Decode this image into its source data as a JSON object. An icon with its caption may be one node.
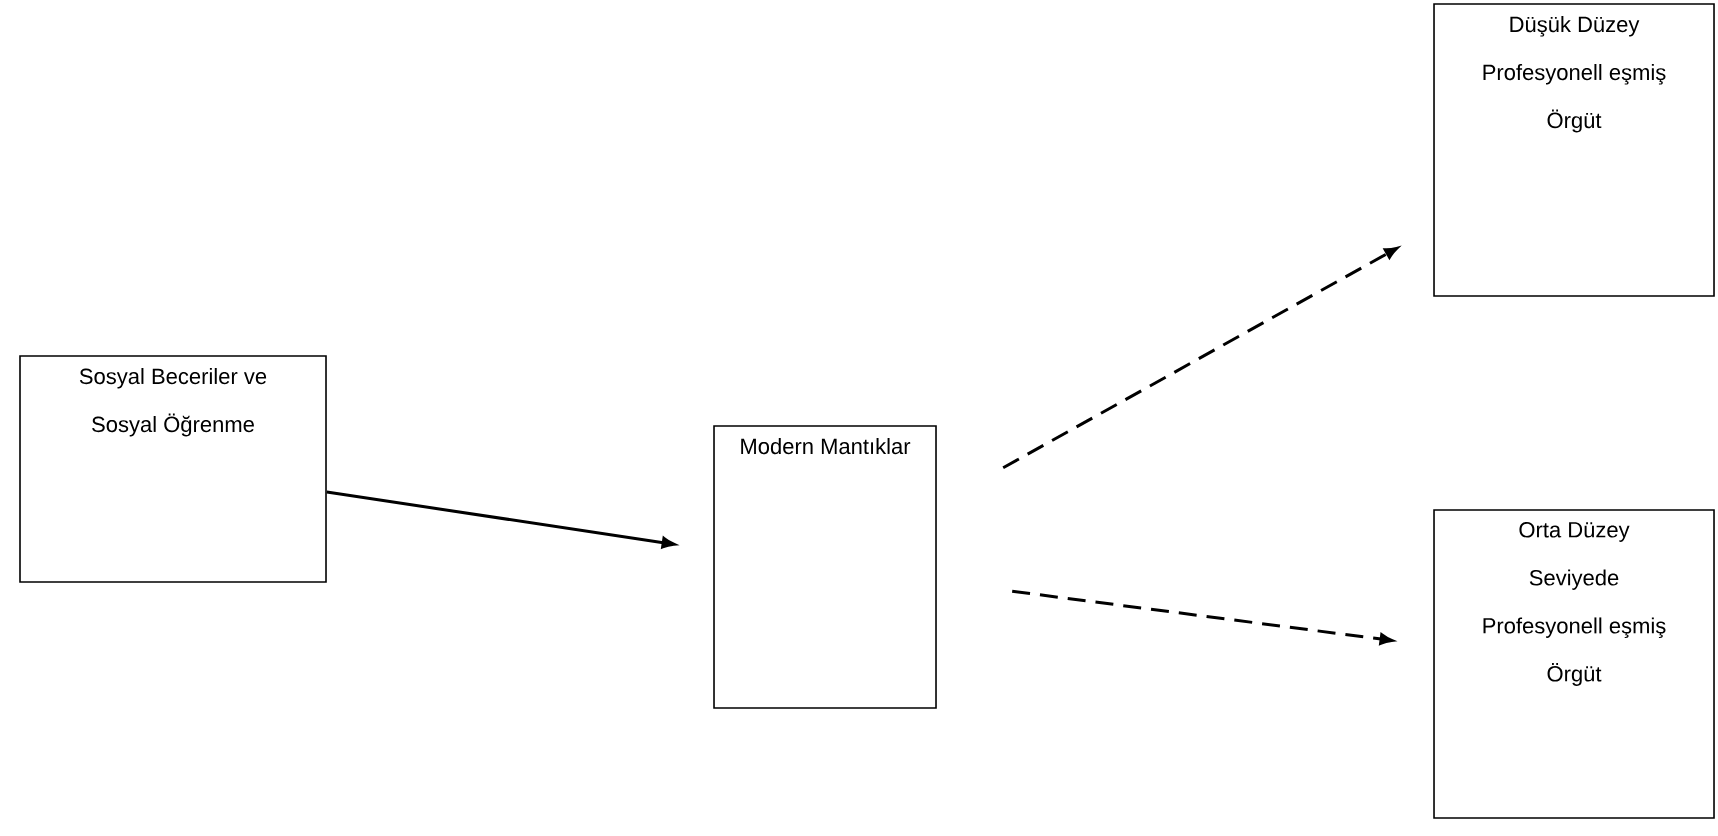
{
  "diagram": {
    "nodes": [
      {
        "text": [
          "Sosyal Beceriler ve Sosyal Öğrenme"
        ]
      },
      {
        "text": [
          "Modern Mantıklar"
        ]
      },
      {
        "text": [
          "Düşük Düzey Profesyonell eşmiş Örgüt"
        ]
      },
      {
        "text": [
          "Orta Düzey Seviyede Profesyonell eşmiş Örgüt"
        ]
      }
    ],
    "edges": [
      {
        "from": 0,
        "to": 1,
        "arrow": "to"
      },
      {
        "from": 1,
        "to": 2,
        "arrow": "to",
        "style": "dashed"
      },
      {
        "from": 1,
        "to": 3,
        "arrow": "to",
        "style": "dashed"
      }
    ]
  }
}
